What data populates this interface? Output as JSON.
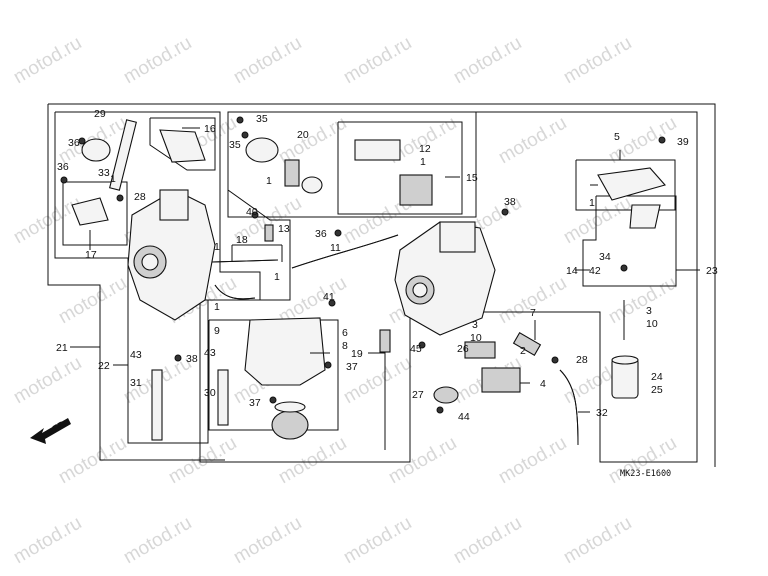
{
  "watermark": "motod.ru",
  "diagram_code": "MK23-E1600",
  "direction_label": "FR.",
  "colors": {
    "ink": "#111111",
    "watermark": "#b8b8b8",
    "background": "#ffffff"
  },
  "callouts": {
    "c1a": "1",
    "c1b": "1",
    "c1c": "1",
    "c1d": "1",
    "c1e": "1",
    "c1f": "1",
    "c1g": "1",
    "c2": "2",
    "c3a": "3",
    "c3b": "3",
    "c4": "4",
    "c5": "5",
    "c6a": "6",
    "c7": "7",
    "c8a": "8",
    "c9": "9",
    "c10a": "10",
    "c10b": "10",
    "c11": "11",
    "c12": "12",
    "c13": "13",
    "c14": "14",
    "c15": "15",
    "c16": "16",
    "c17": "17",
    "c18": "18",
    "c19": "19",
    "c20": "20",
    "c21": "21",
    "c22": "22",
    "c23": "23",
    "c24": "24",
    "c25": "25",
    "c26": "26",
    "c27": "27",
    "c28a": "28",
    "c28b": "28",
    "c29": "29",
    "c30": "30",
    "c31": "31",
    "c32": "32",
    "c33": "33",
    "c34": "34",
    "c35a": "35",
    "c35b": "35",
    "c36a": "36",
    "c36b": "36",
    "c36c": "36",
    "c37a": "37",
    "c37b": "37",
    "c38a": "38",
    "c38b": "38",
    "c39": "39",
    "c40": "40",
    "c41": "41",
    "c42": "42",
    "c43a": "43",
    "c43b": "43",
    "c44": "44",
    "c45": "45"
  }
}
